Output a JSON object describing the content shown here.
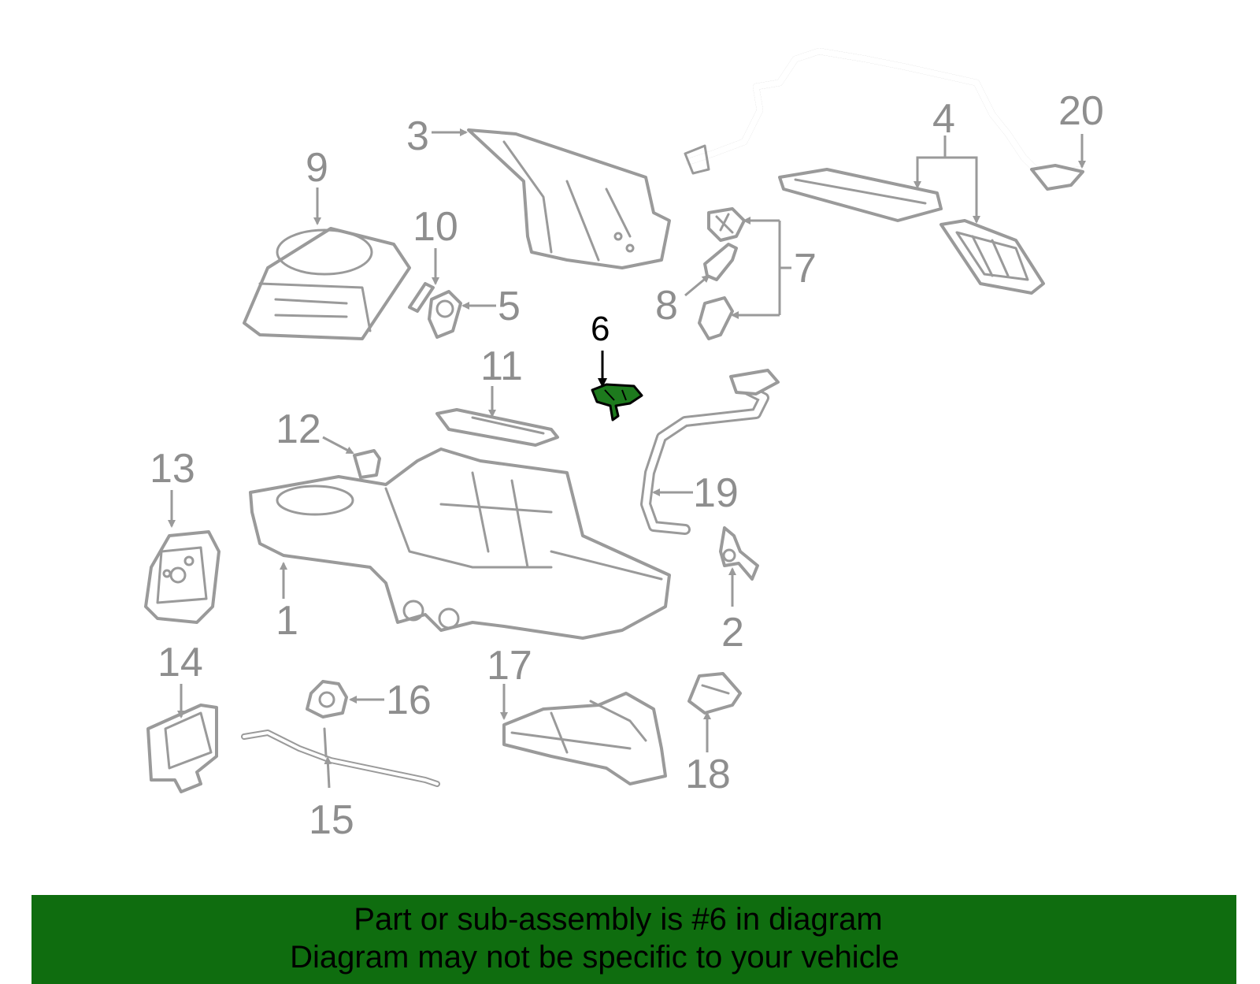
{
  "diagram": {
    "highlight_color": "#0f6d0f",
    "part_stroke_color": "#9a9a9a",
    "highlighted_part": "6",
    "callouts": [
      "1",
      "2",
      "3",
      "4",
      "5",
      "6",
      "7",
      "8",
      "9",
      "10",
      "11",
      "12",
      "13",
      "14",
      "15",
      "16",
      "17",
      "18",
      "19",
      "20"
    ]
  },
  "banner": {
    "line1": "Part or sub-assembly is #6 in diagram",
    "line2": "Diagram may not be specific to your vehicle",
    "background": "#0f6d0f"
  }
}
